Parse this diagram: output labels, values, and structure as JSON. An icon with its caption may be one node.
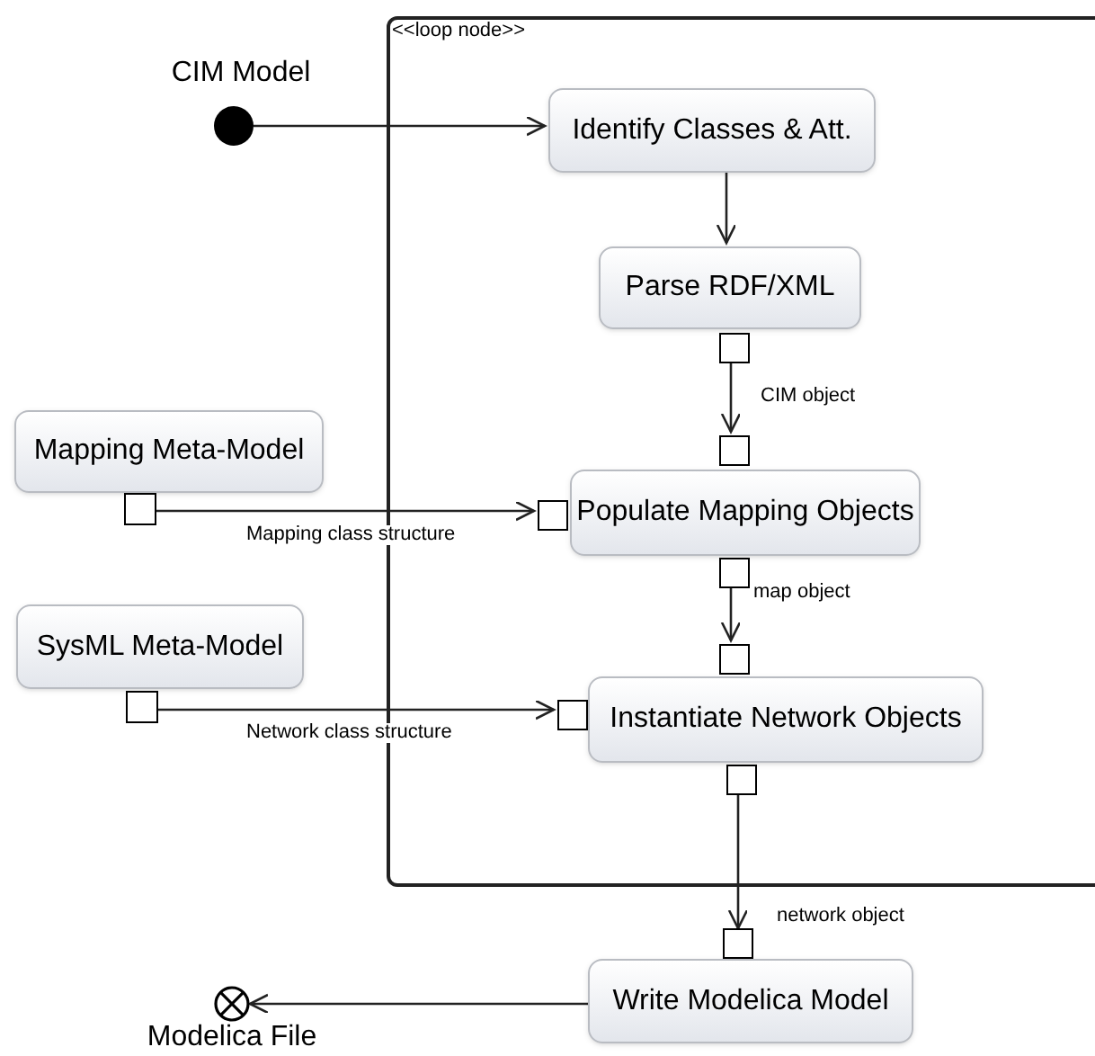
{
  "diagram": {
    "nodes": [
      {
        "text": [
          "<<loop node>>"
        ]
      },
      {
        "text": [
          "CIM Model"
        ]
      },
      {
        "text": [
          "Identify Classes & Att."
        ],
        "in": 0
      },
      {
        "text": [
          "Parse RDF/XML"
        ],
        "in": 0
      },
      {
        "text": [],
        "shape": "box",
        "in": 0
      },
      {
        "text": [],
        "shape": "box",
        "in": 0
      },
      {
        "text": [
          "Mapping Meta-Model"
        ]
      },
      {
        "text": [],
        "shape": "box"
      },
      {
        "text": [],
        "shape": "box",
        "in": 0
      },
      {
        "text": [
          "Populate Mapping Objects"
        ],
        "in": 0
      },
      {
        "text": [],
        "shape": "box",
        "in": 0
      },
      {
        "text": [],
        "shape": "box",
        "in": 0
      },
      {
        "text": [
          "SysML Meta-Model"
        ]
      },
      {
        "text": [],
        "shape": "box"
      },
      {
        "text": [],
        "shape": "box",
        "in": 0
      },
      {
        "text": [
          "Instantiate Network Objects"
        ],
        "in": 0
      },
      {
        "text": [],
        "shape": "box",
        "in": 0
      },
      {
        "text": [],
        "shape": "box"
      },
      {
        "text": [
          "Write Modelica Model"
        ]
      },
      {
        "text": [
          "Modelica File"
        ]
      }
    ],
    "edges": [
      {
        "from": 1,
        "to": 2,
        "arrow": "to"
      },
      {
        "from": 2,
        "to": 3,
        "arrow": "to"
      },
      {
        "from": 4,
        "to": 5,
        "arrow": "to",
        "label": "CIM object"
      },
      {
        "from": 7,
        "to": 8,
        "arrow": "to",
        "label": "Mapping class structure"
      },
      {
        "from": 10,
        "to": 11,
        "arrow": "to",
        "label": "map object"
      },
      {
        "from": 13,
        "to": 14,
        "arrow": "to",
        "label": "Network class structure"
      },
      {
        "from": 16,
        "to": 17,
        "arrow": "to",
        "label": "network object"
      },
      {
        "from": 18,
        "to": 19,
        "arrow": "to"
      }
    ]
  }
}
